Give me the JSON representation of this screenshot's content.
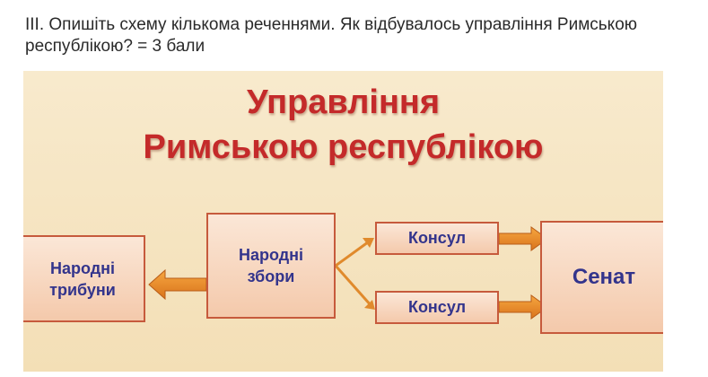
{
  "question": {
    "text": "III. Опишіть схему кількома реченнями. Як відбувалось управління Римською республікою? = 3 бали"
  },
  "diagram": {
    "title_line1": "Управління",
    "title_line2": "Римською республікою",
    "nodes": {
      "tribunes": {
        "line1": "Народні",
        "line2": "трибуни"
      },
      "assembly": {
        "line1": "Народні",
        "line2": "збори"
      },
      "consul_top": {
        "label": "Консул"
      },
      "consul_bottom": {
        "label": "Консул"
      },
      "senate": {
        "label": "Сенат"
      }
    },
    "colors": {
      "background": "#f5e3bf",
      "title": "#c42a2a",
      "box_fill": "#f8d8c0",
      "box_border": "#c65a3c",
      "box_text": "#33348c",
      "arrow": "#e88a2a"
    }
  }
}
